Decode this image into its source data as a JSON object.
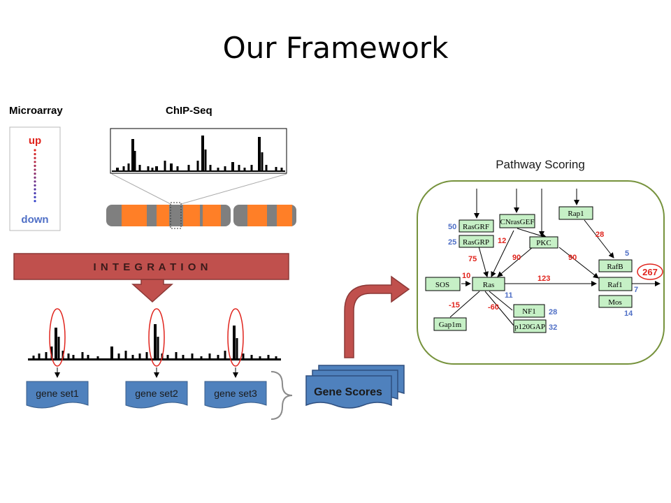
{
  "title": "Our Framework",
  "microarray": {
    "label": "Microarray",
    "up": "up",
    "down": "down"
  },
  "chipseq": {
    "label": "ChIP-Seq"
  },
  "integration": {
    "label": "I N T E G R A T I O N"
  },
  "gene_sets": [
    "gene set1",
    "gene set2",
    "gene set3"
  ],
  "gene_scores": {
    "label": "Gene Scores"
  },
  "pathway": {
    "label": "Pathway Scoring",
    "nodes": {
      "rasgrf": "RasGRF",
      "rasgrp": "RasGRP",
      "cnrasgef": "CNrasGEF",
      "rap1": "Rap1",
      "pkc": "PKC",
      "sos": "SOS",
      "ras": "Ras",
      "rafb": "RafB",
      "raf1": "Raf1",
      "mos": "Mos",
      "nf1": "NF1",
      "p120gap": "p120GAP",
      "gap1m": "Gap1m"
    },
    "scores": {
      "rasgrf": "50",
      "rasgrp": "25",
      "rasgrf_ras": "75",
      "cnrasgef_ras": "12",
      "pkc_ras": "90",
      "pkc_raf1": "90",
      "rap1_rafb": "28",
      "rafb": "5",
      "sos_ras": "10",
      "ras_raf1": "123",
      "ras": "11",
      "raf1": "7",
      "mos": "14",
      "gap1m_ras": "-15",
      "nf1_ras": "-60",
      "nf1": "28",
      "p120gap": "32",
      "total": "267"
    }
  },
  "colors": {
    "red_score": "#e0231c",
    "blue_score": "#4f6fc6",
    "node_fill": "#c6f0c6",
    "pathway_border": "#76923c",
    "integration_fill": "#c0504d",
    "gene_box": "#4f81bd",
    "chromosome_orange": "#ff7f27",
    "chromosome_gray": "#7f7f7f"
  }
}
